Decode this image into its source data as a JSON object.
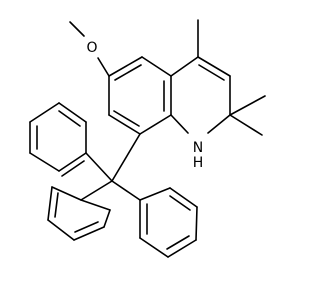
{
  "molecule": {
    "atoms": {
      "oxygen": "O",
      "nitrogen": "N",
      "nitrogen_hydrogen": "H"
    }
  }
}
